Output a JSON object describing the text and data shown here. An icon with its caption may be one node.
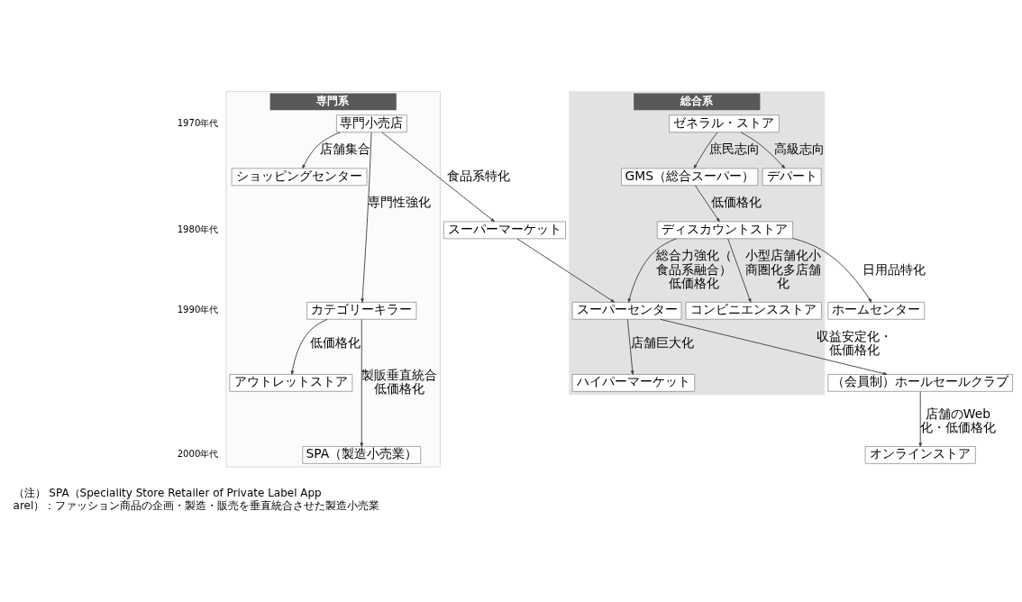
{
  "diagram": {
    "nodes": [
      {
        "text": [
          "専門系"
        ]
      },
      {
        "text": [
          "専門小売店"
        ],
        "in": 0
      },
      {
        "text": [
          "スーパーマーケット"
        ]
      },
      {
        "text": [
          "ショッピングセンター"
        ],
        "in": 0
      },
      {
        "text": [
          "カテゴリーキラー"
        ],
        "in": 0
      },
      {
        "text": [
          "アウトレットストア"
        ],
        "in": 0
      },
      {
        "text": [
          "SPA（製造小売業）"
        ],
        "in": 0
      },
      {
        "text": [
          "総合系"
        ]
      },
      {
        "text": [
          "ゼネラル・ストア"
        ],
        "in": 7
      },
      {
        "text": [
          "GMS（総合スーパー）"
        ],
        "in": 7
      },
      {
        "text": [
          "デパート"
        ],
        "in": 7
      },
      {
        "text": [
          "ディスカウントストア"
        ],
        "in": 7
      },
      {
        "text": [
          "コンビニエンスストア"
        ],
        "in": 7
      },
      {
        "text": [
          "ホームセンター"
        ]
      },
      {
        "text": [
          "スーパーセンター"
        ],
        "in": 7
      },
      {
        "text": [
          "（会員制）ホールセールクラブ"
        ]
      },
      {
        "text": [
          "ハイパーマーケット"
        ],
        "in": 7
      },
      {
        "text": [
          "オンラインストア"
        ]
      }
    ],
    "edges": [
      {
        "from": 1,
        "to": 2,
        "arrow": "to",
        "label": "食品系特化"
      },
      {
        "from": 1,
        "to": 3,
        "arrow": "to",
        "label": "店舗集合"
      },
      {
        "from": 1,
        "to": 4,
        "arrow": "to",
        "label": "専門性強化"
      },
      {
        "from": 4,
        "to": 5,
        "arrow": "to",
        "label": "低価格化"
      },
      {
        "from": 4,
        "to": 6,
        "arrow": "to",
        "label": "製販垂直統合低価格化"
      },
      {
        "from": 8,
        "to": 9,
        "arrow": "to",
        "label": "庶民志向"
      },
      {
        "from": 8,
        "to": 10,
        "arrow": "to",
        "label": "高級志向"
      },
      {
        "from": 9,
        "to": 11,
        "arrow": "to",
        "label": "低価格化"
      },
      {
        "from": 11,
        "to": 12,
        "arrow": "to",
        "label": "小型店舗化小商圏化多店舗化"
      },
      {
        "from": 11,
        "to": 13,
        "arrow": "to",
        "label": "日用品特化"
      },
      {
        "from": 11,
        "to": 14,
        "arrow": "to",
        "label": "総合力強化（食品系融合）低価格化"
      },
      {
        "from": 2,
        "to": 14,
        "arrow": "to"
      },
      {
        "from": 14,
        "to": 15,
        "arrow": "to",
        "label": "収益安定化・低価格化"
      },
      {
        "from": 14,
        "to": 16,
        "arrow": "to",
        "label": "店舗巨大化"
      },
      {
        "from": 15,
        "to": 17,
        "arrow": "to",
        "label": "店舗のWeb化・低価格化"
      }
    ],
    "labels": [
      "1970年代",
      "1980年代",
      "1990年代",
      "2000年代",
      "（注） SPA（Speciality Store Retailer of Private Label Apparel）：ファッション商品の企画・製造・販売を垂直統合させた製造小売業"
    ]
  }
}
